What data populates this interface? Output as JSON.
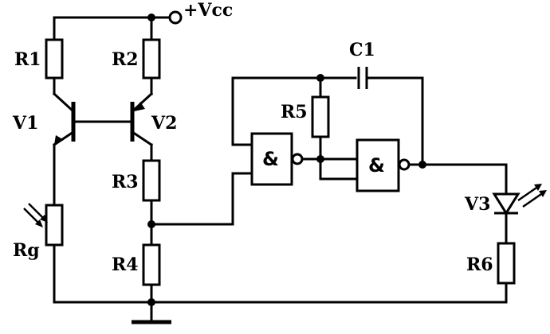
{
  "labels": {
    "vcc": "+Vcc",
    "r1": "R1",
    "r2": "R2",
    "r3": "R3",
    "r4": "R4",
    "r5": "R5",
    "r6": "R6",
    "v1": "V1",
    "v2": "V2",
    "v3": "V3",
    "rg": "Rg",
    "c1": "C1"
  },
  "gates": {
    "symbol": "&"
  }
}
